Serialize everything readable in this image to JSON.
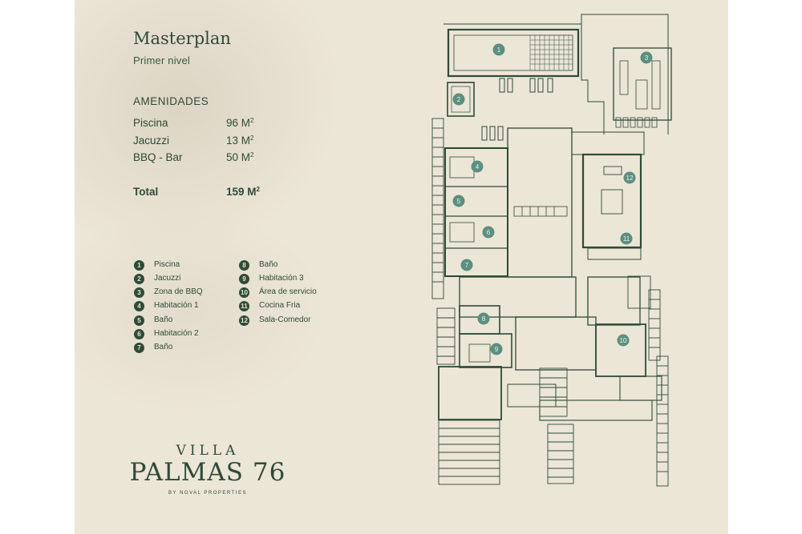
{
  "header": {
    "title": "Masterplan",
    "subtitle": "Primer nivel"
  },
  "amenities": {
    "heading": "AMENIDADES",
    "rows": [
      {
        "name": "Piscina",
        "value": "96 M",
        "unit_sup": "2"
      },
      {
        "name": "Jacuzzi",
        "value": "13 M",
        "unit_sup": "2"
      },
      {
        "name": "BBQ - Bar",
        "value": "50 M",
        "unit_sup": "2"
      }
    ],
    "total": {
      "name": "Total",
      "value": "159 M",
      "unit_sup": "2"
    }
  },
  "legend": [
    {
      "num": "1",
      "label": "Piscina"
    },
    {
      "num": "2",
      "label": "Jacuzzi"
    },
    {
      "num": "3",
      "label": "Zona de BBQ"
    },
    {
      "num": "4",
      "label": "Habitación 1"
    },
    {
      "num": "5",
      "label": "Baño"
    },
    {
      "num": "6",
      "label": "Habitación 2"
    },
    {
      "num": "7",
      "label": "Baño"
    },
    {
      "num": "8",
      "label": "Baño"
    },
    {
      "num": "9",
      "label": "Habitación 3"
    },
    {
      "num": "10",
      "label": "Área de servicio"
    },
    {
      "num": "11",
      "label": "Cocina Fria"
    },
    {
      "num": "12",
      "label": "Sala-Comedor"
    }
  ],
  "logo": {
    "villa": "VILLA",
    "name": "PALMAS 76",
    "by": "BY NOVAL PROPERTIES"
  },
  "plan_markers": [
    "1",
    "2",
    "3",
    "4",
    "5",
    "6",
    "7",
    "8",
    "9",
    "10",
    "11",
    "12"
  ],
  "colors": {
    "background": "#ece6d7",
    "ink": "#2e4a36",
    "marker": "#5c8f80"
  }
}
